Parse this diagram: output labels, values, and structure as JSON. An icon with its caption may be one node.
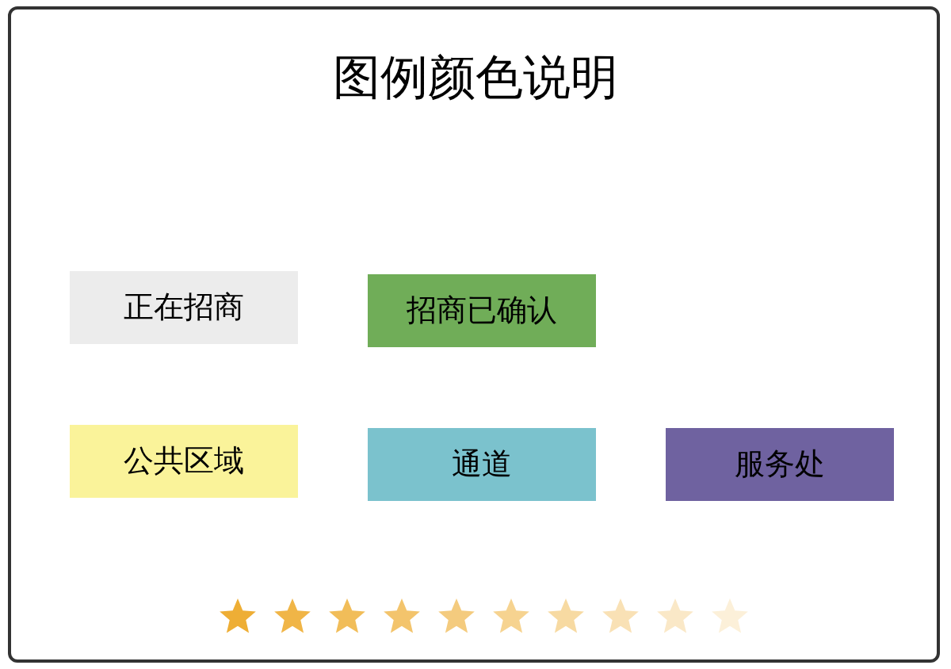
{
  "diagram": {
    "title": "图例颜色说明",
    "legend": [
      {
        "text": "正在招商",
        "color": "#ececec"
      },
      {
        "text": "招商已确认",
        "color": "#70ad58"
      },
      {
        "text": "公共区域",
        "color": "#faf39a"
      },
      {
        "text": "通道",
        "color": "#7bc2cd"
      },
      {
        "text": "服务处",
        "color": "#6f62a0"
      }
    ]
  }
}
